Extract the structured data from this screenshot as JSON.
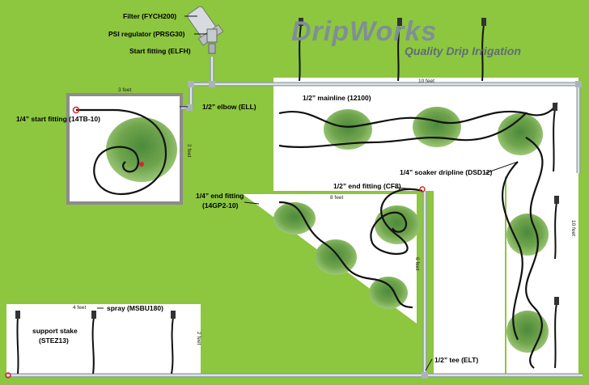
{
  "brand": {
    "name": "DripWorks",
    "tagline": "Quality Drip Irrigation"
  },
  "labels": {
    "filter": "Filter (FYCH200)",
    "psi_regulator": "PSI regulator (PRSG30)",
    "start_fitting": "Start fitting (ELFH)",
    "mainline": "1/2” mainline (12100)",
    "elbow": "1/2” elbow (ELL)",
    "quarter_start": "1/4” start fitting (14TB-10)",
    "soaker": "1/4” soaker dripline (DSD12)",
    "end_fitting_half": "1/2” end fitting (CF8)",
    "end_fitting_quarter_1": "1/4” end fitting",
    "end_fitting_quarter_2": "(14GP2-10)",
    "spray": "spray (MSBU180)",
    "support_stake_1": "support stake",
    "support_stake_2": "(STEZ13)",
    "tee": "1/2” tee (ELT)"
  },
  "dimensions": {
    "square_top": "3 feet",
    "square_side": "3 feet",
    "main_top": "10 feet",
    "right_side": "10 feet",
    "triangle_top": "8 feet",
    "triangle_side": "6 feet",
    "bottom_top": "4 feet",
    "bottom_side": "2 feet"
  },
  "colors": {
    "lawn": "#8dc63f",
    "bed": "#ffffff",
    "border": "#8c8c8c",
    "pipe": "#c9d1d4",
    "plant": "#7aab4e",
    "start_marker": "#d7262b"
  }
}
